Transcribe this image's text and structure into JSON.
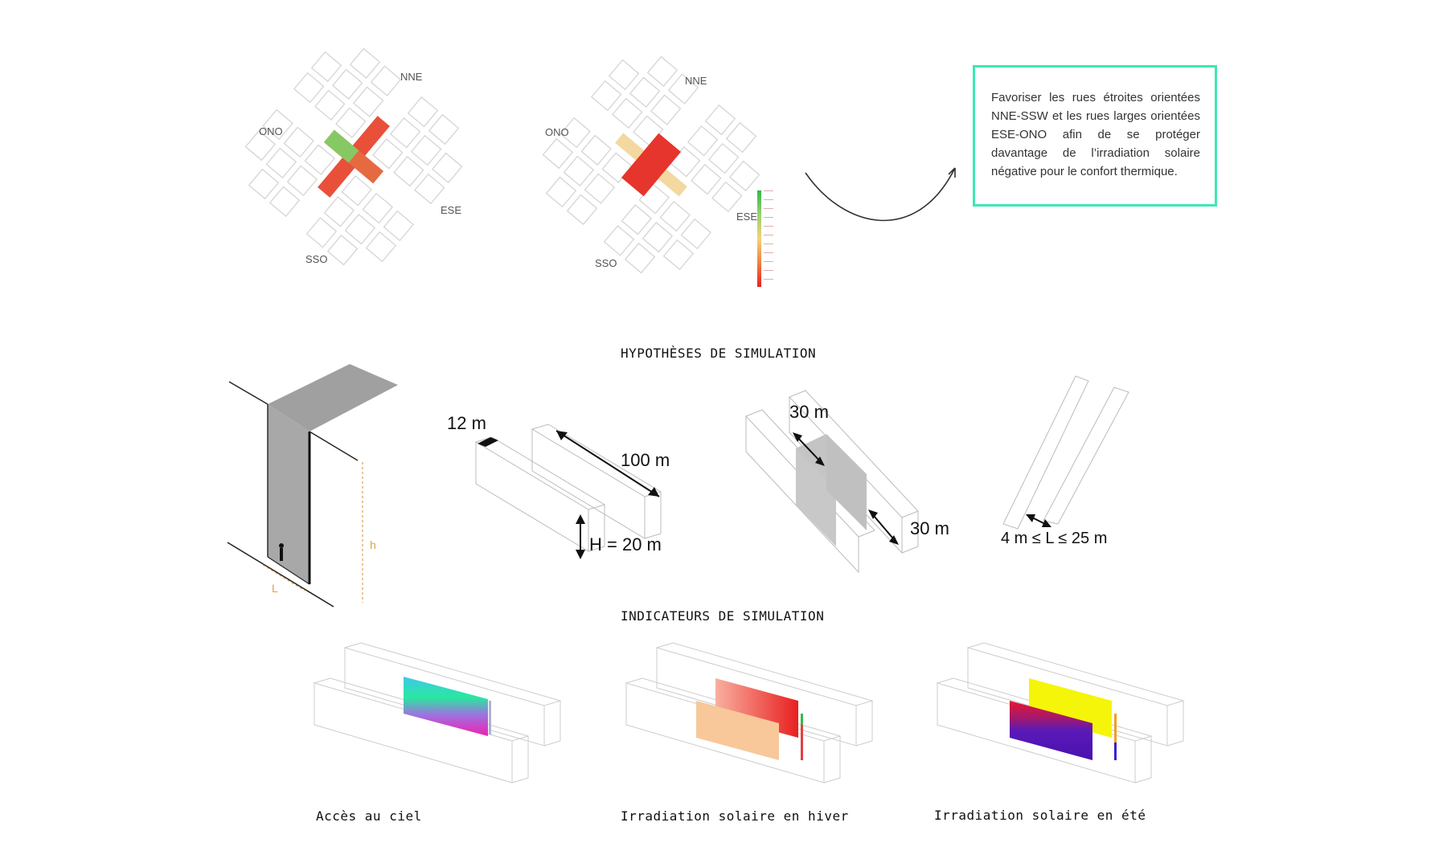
{
  "top_maps": {
    "map1": {
      "nne": "NNE",
      "ono": "ONO",
      "ese": "ESE",
      "sso": "SSO"
    },
    "map2": {
      "nne": "NNE",
      "ono": "ONO",
      "ese": "ESE",
      "sso": "SSO"
    }
  },
  "callout": {
    "text": "Favoriser les rues étroites orientées NNE-SSW et les rues larges orientées ESE-ONO afin de se protéger davantage de l’irradiation solaire négative pour le confort thermique."
  },
  "sections": {
    "hypotheses_title": "HYPOTHÈSES DE SIMULATION",
    "indicateurs_title": "INDICATEURS DE SIMULATION"
  },
  "hypotheses": {
    "height_label": "h",
    "width_label": "L",
    "block_width": "12 m",
    "block_length": "100 m",
    "block_height": "H = 20 m",
    "panel_width": "30 m",
    "panel_spacing": "30 m",
    "street_width": "4 m ≤ L ≤ 25 m"
  },
  "indicateurs": {
    "captions": [
      "Accès au ciel",
      "Irradiation solaire en hiver",
      "Irradiation solaire en été"
    ]
  },
  "colors": {
    "callout_border": "#3de8b4",
    "heat_red": "#e8302a",
    "heat_green": "#5cc85a",
    "annotation_orange": "#e0a050",
    "winter_peach": "#f8c89a",
    "summer_yellow": "#f5f50a",
    "summer_purple": "#5a1ab8"
  }
}
